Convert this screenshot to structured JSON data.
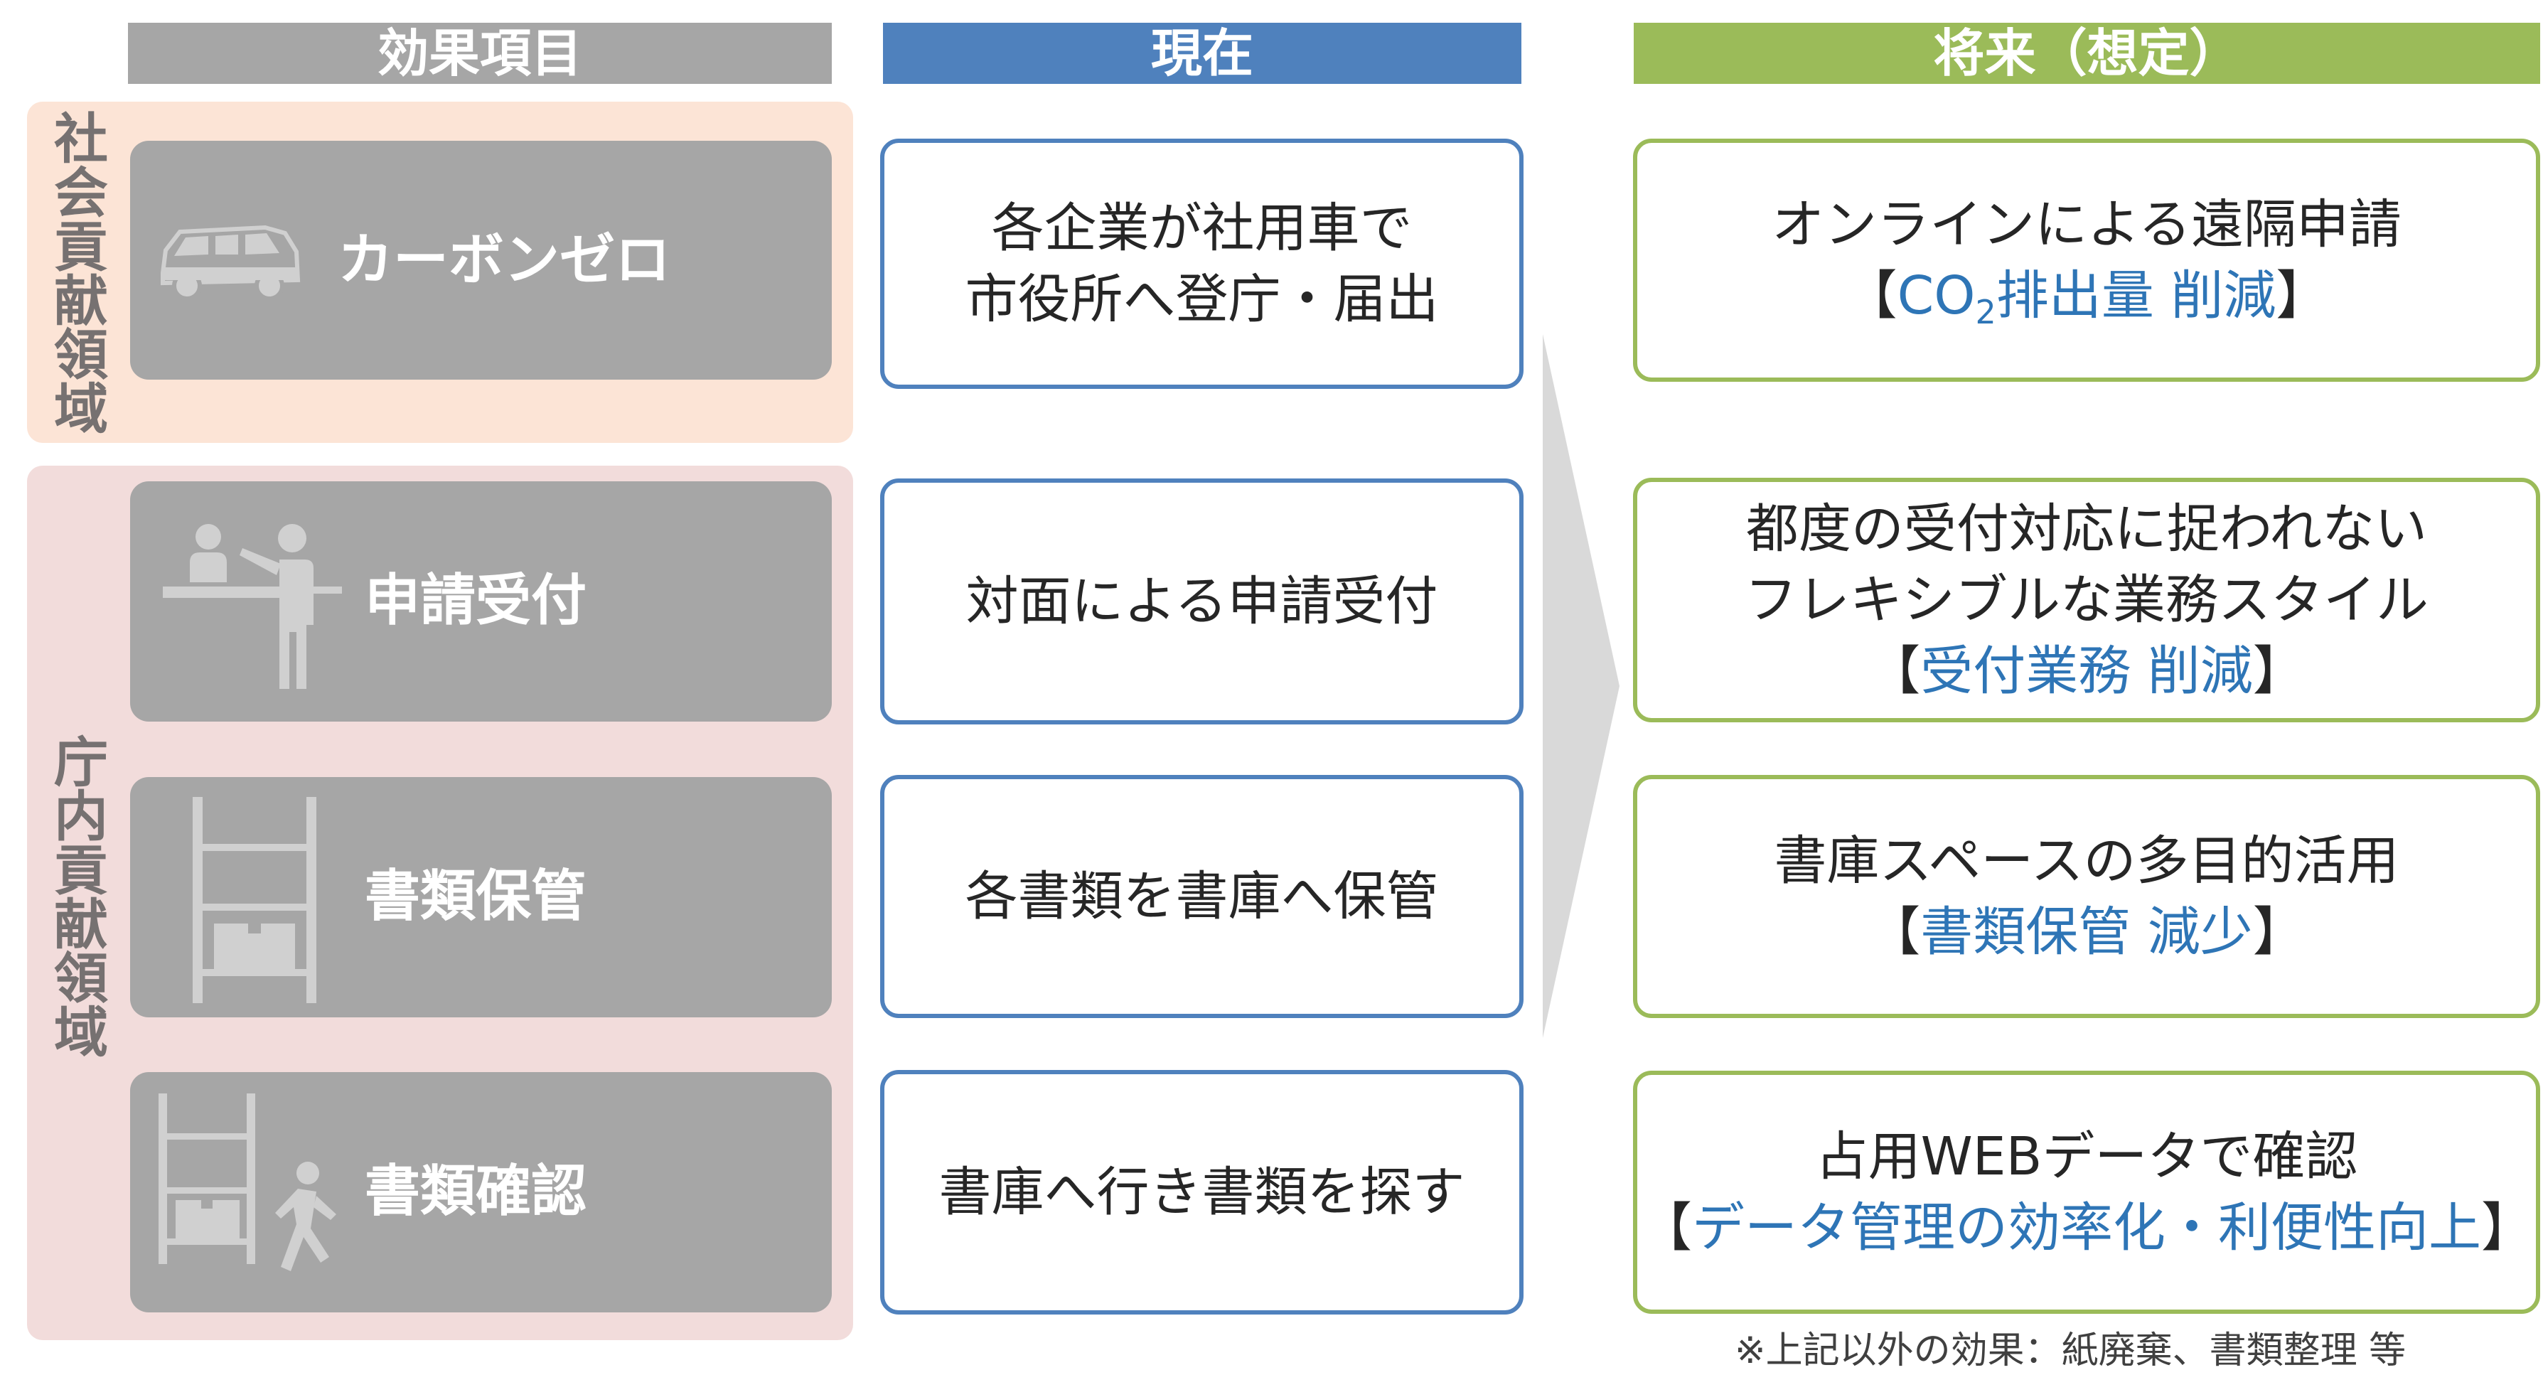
{
  "headers": {
    "effect": "効果項目",
    "current": "現在",
    "future": "将来（想定）"
  },
  "regions": {
    "social": "社会貢献領域",
    "office": "庁内貢献領域"
  },
  "rows": [
    {
      "item": "カーボンゼロ",
      "icon": "car-icon",
      "current_lines": [
        "各企業が社用車で",
        "市役所へ登庁・届出"
      ],
      "future_lines": [
        "オンラインによる遠隔申請"
      ],
      "effect_open": "【",
      "effect_pre": "CO",
      "effect_sub": "2",
      "effect_post": "排出量 削減",
      "effect_close": "】"
    },
    {
      "item": "申請受付",
      "icon": "reception-counter-icon",
      "current_lines": [
        "対面による申請受付"
      ],
      "future_lines": [
        "都度の受付対応に捉われない",
        "フレキシブルな業務スタイル"
      ],
      "effect_open": "【",
      "effect_text": "受付業務 削減",
      "effect_close": "】"
    },
    {
      "item": "書類保管",
      "icon": "storage-shelf-icon",
      "current_lines": [
        "各書類を書庫へ保管"
      ],
      "future_lines": [
        "書庫スペースの多目的活用"
      ],
      "effect_open": "【",
      "effect_text": "書類保管 減少",
      "effect_close": "】"
    },
    {
      "item": "書類確認",
      "icon": "shelf-and-walking-person-icon",
      "current_lines": [
        "書庫へ行き書類を探す"
      ],
      "future_lines": [
        "占用WEBデータで確認"
      ],
      "effect_open": "【",
      "effect_text": "データ管理の効率化・利便性向上",
      "effect_close": "】"
    }
  ],
  "footnote": "※上記以外の効果：紙廃棄、書類整理 等",
  "colors": {
    "header_gray": "#a6a6a6",
    "header_blue": "#4f81bd",
    "header_green": "#9bbb59",
    "social_region": "#fce4d6",
    "office_region": "#f2dcdb",
    "accent_text": "#2e75b6",
    "arrow": "#d9d9d9"
  }
}
